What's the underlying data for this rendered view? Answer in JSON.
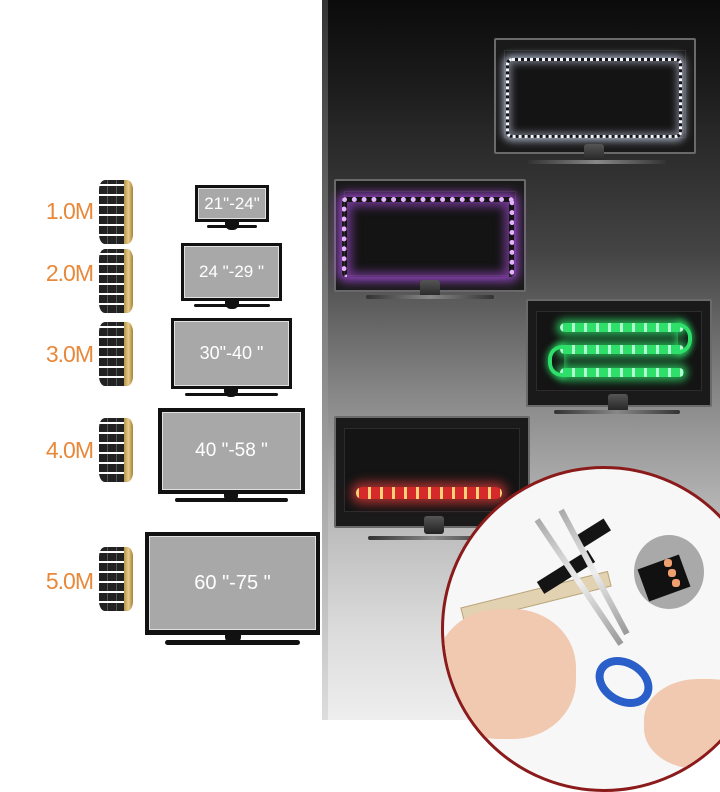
{
  "product": {
    "description": "USB LED TV backlight strip sizing guide",
    "accent_color": "#e8883a",
    "screen_color": "#a8a8a8"
  },
  "size_guide": {
    "rows": [
      {
        "length": "1.0M",
        "tv_size": "21\"-24\""
      },
      {
        "length": "2.0M",
        "tv_size": "24 \"-29 \""
      },
      {
        "length": "3.0M",
        "tv_size": "30\"-40 \""
      },
      {
        "length": "4.0M",
        "tv_size": "40 \"-58 \""
      },
      {
        "length": "5.0M",
        "tv_size": "60 \"-75 \""
      }
    ]
  },
  "demo_photos": [
    {
      "name": "tv-white-backlight",
      "led_color": "#e8eefc"
    },
    {
      "name": "tv-purple-backlight",
      "led_color": "#b050e8"
    },
    {
      "name": "tv-green-backlight",
      "led_color": "#2ee06a"
    },
    {
      "name": "tv-red-backlight",
      "led_color": "#ff4040"
    },
    {
      "name": "cut-strip-closeup",
      "ring_color": "#8b1a1a"
    }
  ]
}
